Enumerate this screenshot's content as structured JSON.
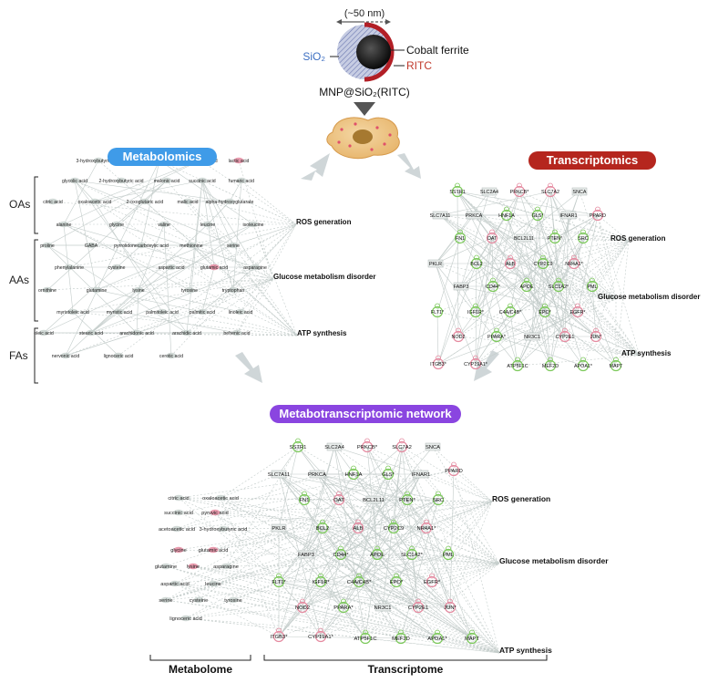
{
  "nanoparticle": {
    "size": "(~50 nm)",
    "shell": "SiO₂",
    "core": "Cobalt ferrite",
    "dye": "RITC",
    "name": "MNP@SiO₂(RITC)",
    "colors": {
      "shell": "#3d6fc2",
      "dye": "#c0392b"
    }
  },
  "panels": {
    "metabolomics": "Metabolomics",
    "transcriptomics": "Transcriptomics",
    "network": "Metabotranscriptomic network",
    "colors": {
      "metabolomics": "#3f9be8",
      "transcriptomics": "#b5261e",
      "network": "#8a45e0"
    }
  },
  "metabolomics": {
    "groups": [
      {
        "label": "OAs",
        "molecules": [
          "3-hydroxybutyric acid",
          "pyruvic acid",
          "acetoacetic acid",
          "lactic acid",
          "glycolic acid",
          "2-hydroxybutyric acid",
          "malonic acid",
          "succinic acid",
          "fumaric acid",
          "citric acid",
          "oxaloacetic acid",
          "2-oxoglutaric acid",
          "malic acid",
          "alpha-hydroxyglutarate"
        ]
      },
      {
        "label": "AAs",
        "molecules": [
          "alanine",
          "glycine",
          "valine",
          "leucine",
          "isoleucine",
          "proline",
          "GABA",
          "pyrrolidonecarboxylic acid",
          "methionine",
          "serine",
          "phenylalanine",
          "cysteine",
          "aspartic acid",
          "glutamic acid",
          "asparagine",
          "ornithine",
          "glutamine",
          "lysine",
          "tyrosine",
          "tryptophan"
        ]
      },
      {
        "label": "FAs",
        "molecules": [
          "myristoleic acid",
          "myristic acid",
          "palmitoleic acid",
          "palmitic acid",
          "linoleic acid",
          "oleic acid",
          "stearic acid",
          "arachidonic acid",
          "arachidic acid",
          "behenic acid",
          "nervonic acid",
          "lignoceric acid",
          "cerotic acid"
        ]
      }
    ],
    "outcomes": [
      "ROS generation",
      "Glucose metabolism disorder",
      "ATP synthesis"
    ]
  },
  "transcriptomics": {
    "genes": [
      "SSTR1",
      "SLC2A4",
      "PRKCB*",
      "SLC7A2",
      "SNCA",
      "SLC7A11",
      "PRKCA",
      "HNF1A",
      "GLS*",
      "IFNAR1",
      "PPARD",
      "FN1",
      "OAT",
      "BCL2L11",
      "PTEN*",
      "SRC",
      "PKLR",
      "BCL2",
      "ALB",
      "CYP2C9",
      "NR4A1*",
      "FABP3",
      "CD44*",
      "APOE",
      "SLC1A2*",
      "PML",
      "FLT1*",
      "IGF1R*",
      "C4A/C4B*",
      "EPO*",
      "EGFR*",
      "NOD2",
      "PPARA*",
      "NR3C1",
      "CYP2E1",
      "JUN*",
      "ITGB3*",
      "CYP19A1*",
      "ATP5F1C",
      "MEF2D",
      "APOA1*",
      "MAPT"
    ],
    "outcomes": [
      "ROS generation",
      "Glucose metabolism disorder",
      "ATP synthesis"
    ]
  },
  "network": {
    "metabolites": [
      "citric acid",
      "oxaloacetic acid",
      "succinic acid",
      "pyruvic acid",
      "acetoacetic acid",
      "3-hydroxybutyric acid",
      "glycine",
      "glutamic acid",
      "glutamine",
      "lysine",
      "asparagine",
      "aspartic acid",
      "leucine",
      "serine",
      "cysteine",
      "tyrosine",
      "lignoceric acid"
    ],
    "genes": [
      "SSTR1",
      "SLC2A4",
      "PRKCB*",
      "SLC7A2",
      "SNCA",
      "SLC7A11",
      "PRKCA",
      "HNF1A",
      "GLS*",
      "IFNAR1",
      "PPARD",
      "FN1",
      "OAT",
      "BCL2L11",
      "PTEN*",
      "SRC",
      "PKLR",
      "BCL2",
      "ALB",
      "CYP2C9",
      "NR4A1*",
      "FABP3",
      "CD44*",
      "APOE",
      "SLC1A2*",
      "PML",
      "FLT1*",
      "IGF1R*",
      "C4A/C4B*",
      "EPO*",
      "EGFR*",
      "NOD2",
      "PPARA*",
      "NR3C1",
      "CYP2E1",
      "JUN*",
      "ITGB3*",
      "CYP19A1*",
      "ATP5F1C",
      "MEF2D",
      "APOA1*",
      "MAPT"
    ],
    "outcomes": [
      "ROS generation",
      "Glucose metabolism disorder",
      "ATP synthesis"
    ],
    "brackets": {
      "metabolome": "Metabolome",
      "transcriptome": "Transcriptome"
    }
  },
  "node_colors": {
    "green": "#7cc95a",
    "pink": "#e58aa0",
    "gray": "#c9d2cf",
    "edge": "#c3ccca"
  }
}
